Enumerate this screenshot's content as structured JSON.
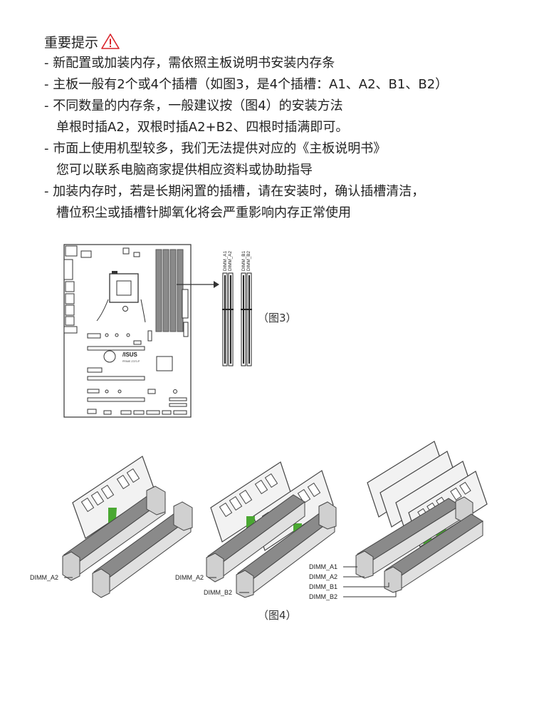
{
  "notes": {
    "title": "重要提示",
    "lines": [
      "- 新配置或加装内存，需依照主板说明书安装内存条",
      "- 主板一般有2个或4个插槽（如图3，是4个插槽：A1、A2、B1、B2）",
      "- 不同数量的内存条，一般建议按（图4）的安装方法",
      "单根时插A2，双根时插A2+B2、四根时插满即可。",
      "- 市面上使用机型较多，我们无法提供对应的《主板说明书》",
      "您可以联系电脑商家提供相应资料或协助指导",
      "- 加装内存时，若是长期闲置的插槽，请在安装时，确认插槽清洁，",
      "槽位积尘或插槽针脚氧化将会严重影响内存正常使用"
    ]
  },
  "fig3": {
    "caption": "（图3）",
    "slot_labels": [
      "DIMM_A1",
      "DIMM_A2",
      "DIMM_B1",
      "DIMM_B2"
    ],
    "board_logo": "/ISUS",
    "board_model": "PRIME Z370-P"
  },
  "fig4": {
    "caption": "（图4）",
    "single_label": "DIMM_A2",
    "double_labels": [
      "DIMM_A2",
      "DIMM_B2"
    ],
    "quad_labels": [
      "DIMM_A1",
      "DIMM_A2",
      "DIMM_B1",
      "DIMM_B2"
    ]
  },
  "colors": {
    "arrow": "#4aa832",
    "warning": "#d9232a",
    "slot": "#8a8a8a",
    "module": "#f2f2f2"
  }
}
